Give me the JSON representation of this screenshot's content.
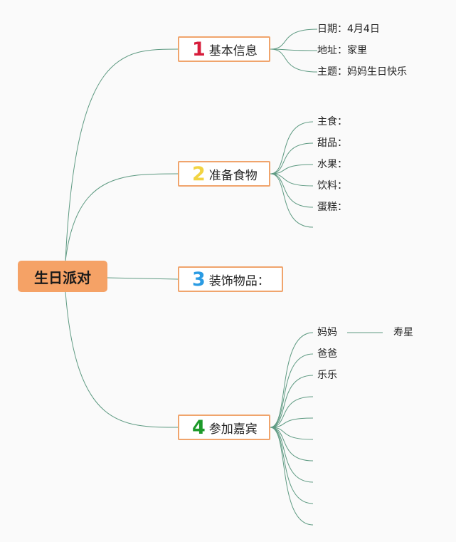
{
  "colors": {
    "connector": "#5e9a82",
    "root_fill": "#f5a266",
    "branch_border": "#f0a46c",
    "num1": "#d71d3b",
    "num2": "#f2d443",
    "num3": "#2a9be3",
    "num4": "#1d9a2a"
  },
  "root": {
    "label": "生日派对"
  },
  "branches": [
    {
      "num": "1",
      "label": "基本信息",
      "items": [
        "日期：4月4日",
        "地址：家里",
        "主题：妈妈生日快乐"
      ]
    },
    {
      "num": "2",
      "label": "准备食物",
      "items": [
        "主食：",
        "甜品：",
        "水果：",
        "饮料：",
        "蛋糕：",
        ""
      ]
    },
    {
      "num": "3",
      "label": "装饰物品："
    },
    {
      "num": "4",
      "label": "参加嘉宾",
      "items": [
        "妈妈",
        "爸爸",
        "乐乐",
        "",
        "",
        "",
        "",
        "",
        "",
        ""
      ],
      "sub": {
        "parent": "妈妈",
        "label": "寿星"
      }
    }
  ]
}
